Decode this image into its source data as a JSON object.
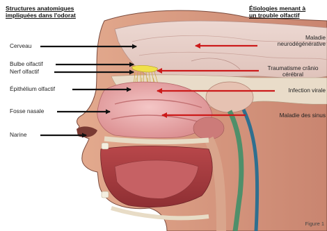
{
  "left_header": [
    "Structures anatomiques",
    "impliquées dans l'odorat"
  ],
  "right_header": [
    "Étiologies menant à",
    "un trouble olfactif"
  ],
  "structures": [
    "Cerveau",
    "Bulbe olfactif",
    "Nerf olfactif",
    "Épithélium olfactif",
    "Fosse nasale",
    "Narine"
  ],
  "etiologies": {
    "neuro": [
      "Maladie",
      "neurodégénérative"
    ],
    "trauma": [
      "Traumatisme crânio",
      "cérébral"
    ],
    "infection": "Infection virale",
    "sinus": "Maladie des sinus"
  },
  "figure_label": "Figure 1",
  "colors": {
    "left_arrows": "#111111",
    "right_arrows": "#cc1a1a",
    "olfactory_bulb": "#f0e04a"
  }
}
